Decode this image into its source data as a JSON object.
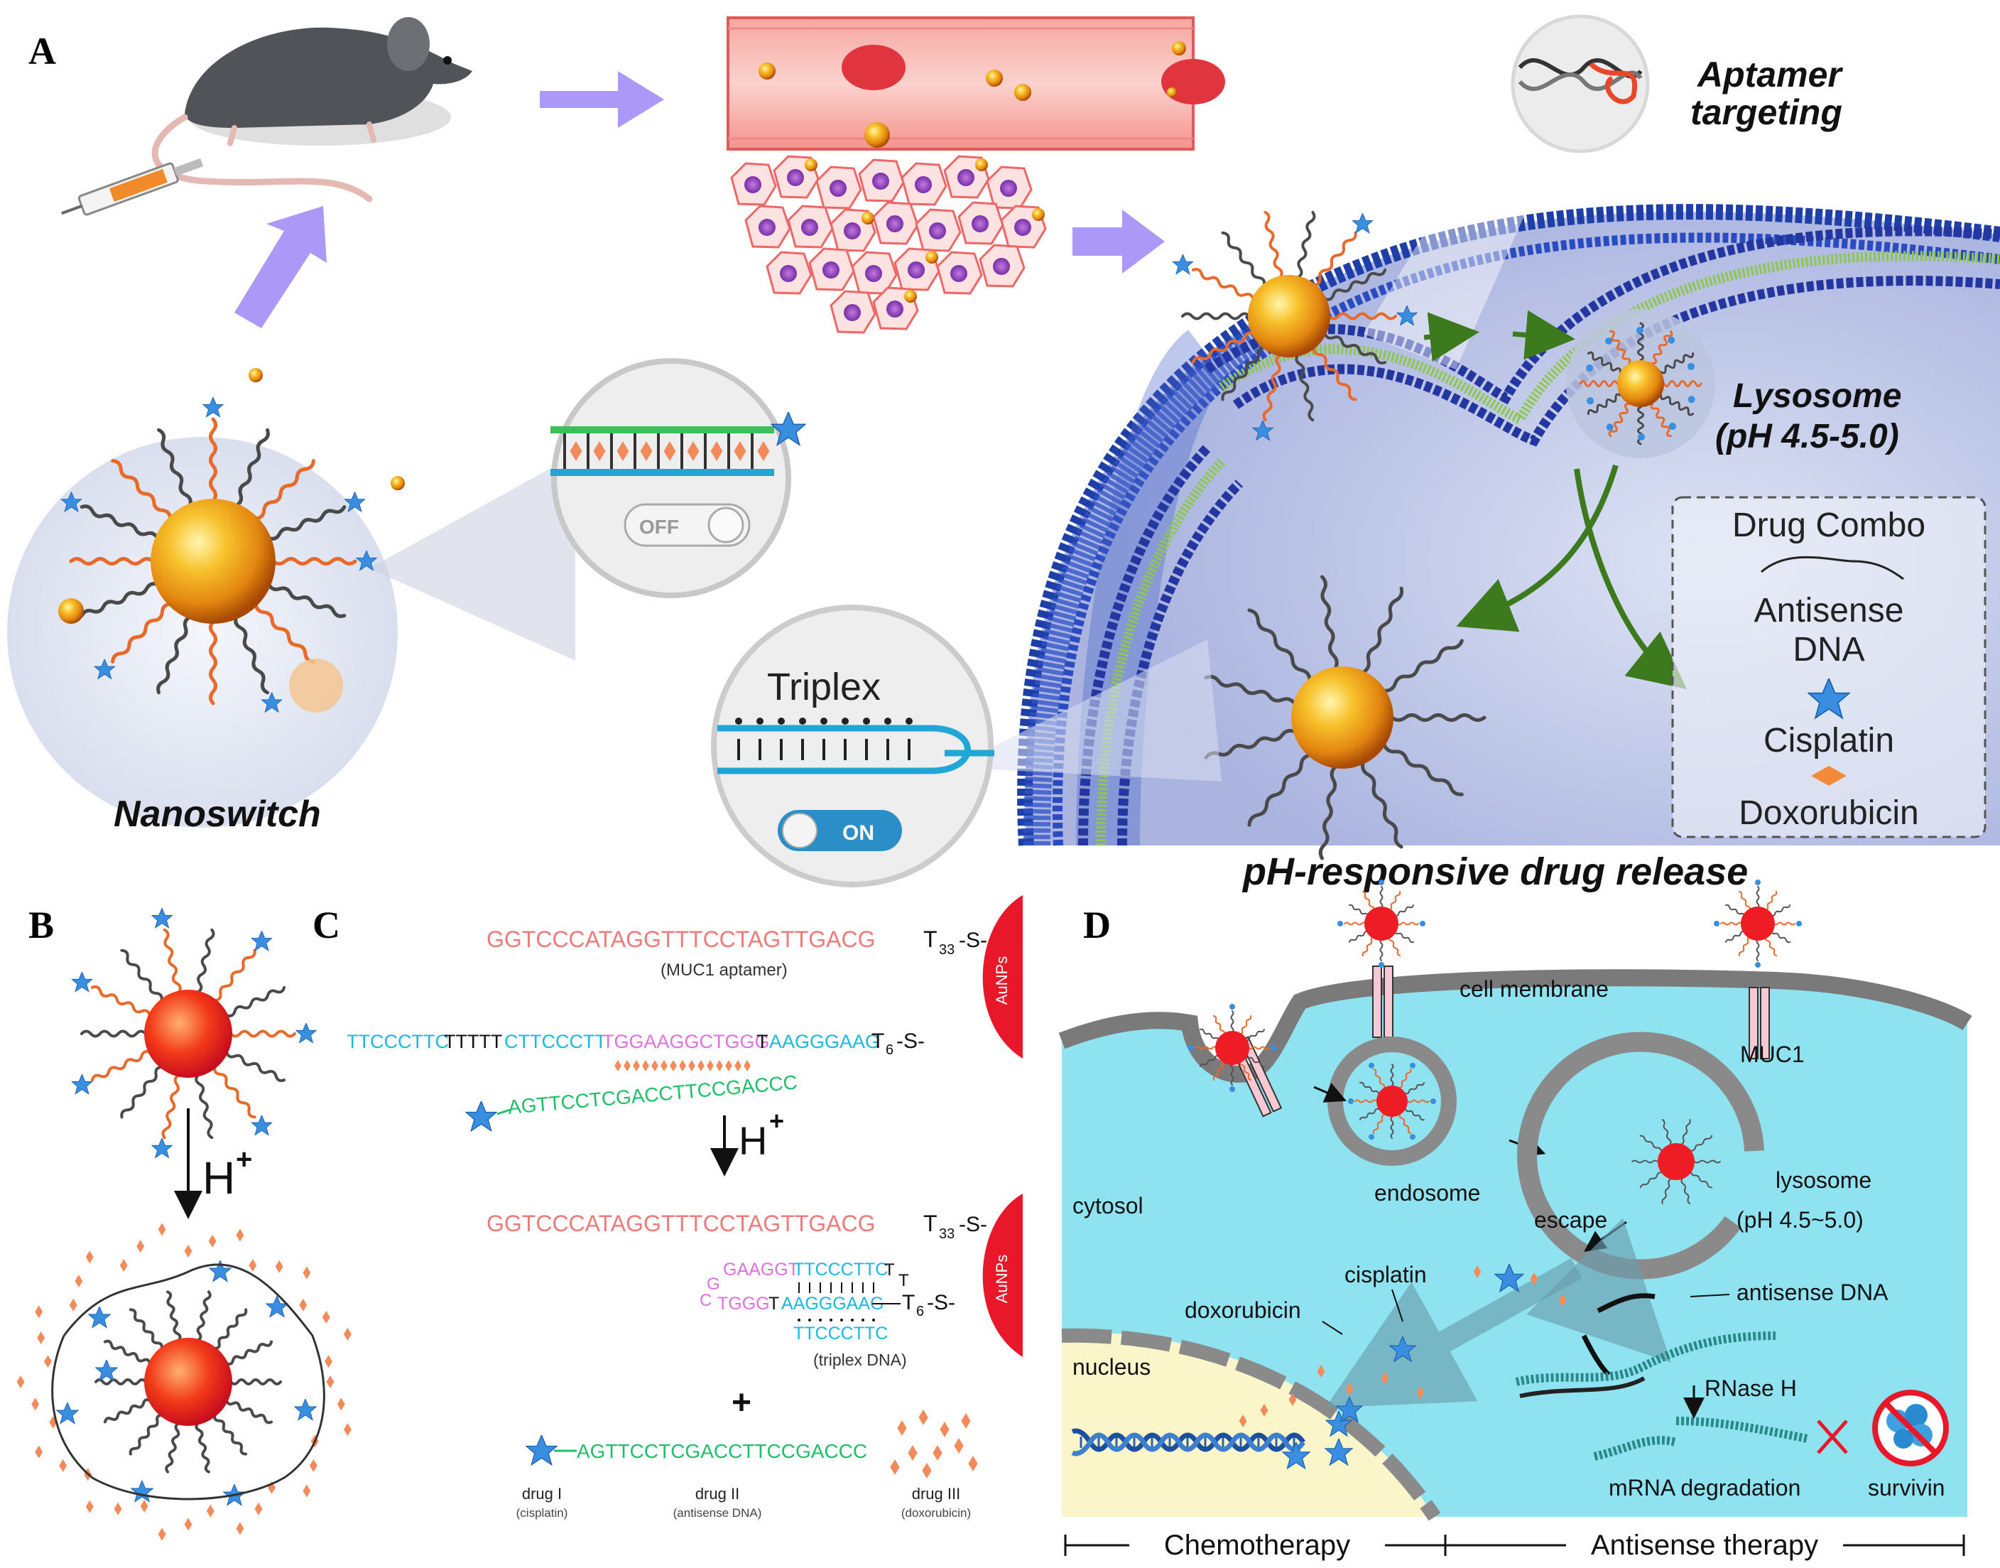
{
  "panel_labels": {
    "a": "A",
    "b": "B",
    "c": "C",
    "d": "D"
  },
  "panelA": {
    "nanoswitch": "Nanoswitch",
    "aptamer_line1": "Aptamer",
    "aptamer_line2": "targeting",
    "lysosome_line1": "Lysosome",
    "lysosome_line2": "(pH 4.5-5.0)",
    "off_label": "OFF",
    "on_label": "ON",
    "triplex": "Triplex",
    "release": "pH-responsive drug release",
    "legend": {
      "title": "Drug Combo",
      "antisense1": "Antisense",
      "antisense2": "DNA",
      "cisplatin": "Cisplatin",
      "doxorubicin": "Doxorubicin"
    }
  },
  "panelB": {
    "acid": "H",
    "plus": "+"
  },
  "panelC": {
    "aptamer_seq": "GGTCCCATAGGTTTCCTAGTTGACG",
    "t33": "T",
    "t33_sub": "33",
    "s_link": "-S-",
    "muc1": "(MUC1 aptamer)",
    "seq2_cyan1": "TTCCCTTC",
    "seq2_black": "TTTTT",
    "seq2_cyan2": "CTTCCCTT",
    "seq2_pink": "TGGAAGGCTGGG",
    "seq2_t": "T",
    "seq2_cyan3": "AAGGGAAG",
    "t6": "T",
    "t6_sub": "6",
    "green_seq": "AGTTCCTCGACCTTCCGACCC",
    "acid": "H",
    "plus_sup": "+",
    "aunps": "AuNPs",
    "tri_pink1": "GAAGGT",
    "tri_cyan1": "TTCCCTTC",
    "tri_g": "G",
    "tri_c": "C",
    "tri_pink2": "TGGG",
    "tri_t": "T",
    "tri_cyan2": "AAGGGAAG",
    "tri_cyan3": "TTCCCTTC",
    "triplex_dna": "(triplex DNA)",
    "plus": "+",
    "drug1": "drug I",
    "drug1_sub": "(cisplatin)",
    "drug2": "drug II",
    "drug2_sub": "(antisense DNA)",
    "drug3": "drug III",
    "drug3_sub": "(doxorubicin)"
  },
  "panelD": {
    "cell_membrane": "cell membrane",
    "muc1": "MUC1",
    "cytosol": "cytosol",
    "endosome": "endosome",
    "escape": "escape",
    "lysosome": "lysosome",
    "lysosome_ph": "(pH 4.5~5.0)",
    "cisplatin": "cisplatin",
    "doxorubicin": "doxorubicin",
    "antisense": "antisense DNA",
    "nucleus": "nucleus",
    "rnase": "RNase H",
    "mrna": "mRNA degradation",
    "survivin": "survivin",
    "chemo": "Chemotherapy",
    "antisense_therapy": "Antisense therapy"
  },
  "colors": {
    "gold": "#f0a020",
    "red_np": "#e8182a",
    "blue_star": "#3a8ee0",
    "drug_orange": "#f28a5a",
    "membrane_blue": "#1f3fa8",
    "cytosol_cyan": "#8fe2ef",
    "aptamer_pink": "#f07a7a",
    "cyan_seq": "#1bb8e0",
    "magenta_seq": "#e070e0",
    "green_seq": "#1fbf6a"
  }
}
